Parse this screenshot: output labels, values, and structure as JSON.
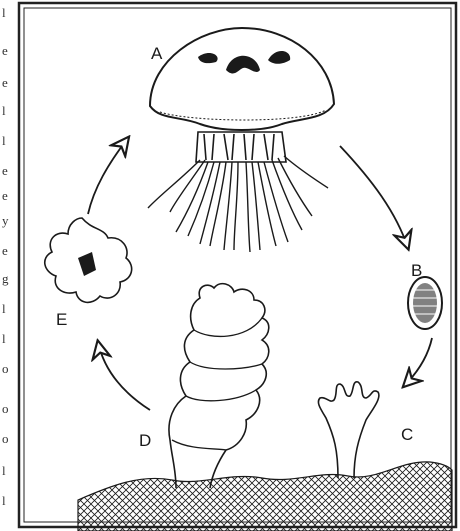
{
  "figure": {
    "stage_labels": {
      "a": "A",
      "b": "B",
      "c": "C",
      "d": "D",
      "e": "E"
    },
    "left_edge_glyphs": [
      "l",
      "e",
      "e",
      "l",
      "l",
      "e",
      "e",
      "y",
      "e",
      "g",
      "l",
      "l",
      "o",
      "o",
      "o",
      "l",
      "l"
    ]
  },
  "colors": {
    "ink": "#1a1a1a",
    "frame": "#222222",
    "paper": "#ffffff"
  }
}
